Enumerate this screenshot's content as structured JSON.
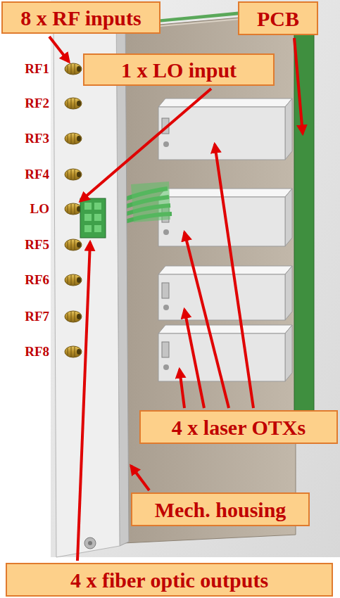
{
  "diagram": {
    "nodes": [
      {
        "text": [
          "8 x RF inputs"
        ]
      },
      {
        "text": [
          "PCB"
        ]
      },
      {
        "text": [
          "1 x LO input"
        ]
      },
      {
        "text": [
          "4 x laser OTXs"
        ]
      },
      {
        "text": [
          "Mech. housing"
        ]
      },
      {
        "text": [
          "4 x fiber optic outputs"
        ]
      }
    ],
    "labels": [
      "RF1",
      "RF2",
      "RF3",
      "RF4",
      "LO",
      "RF5",
      "RF6",
      "RF7",
      "RF8"
    ]
  }
}
